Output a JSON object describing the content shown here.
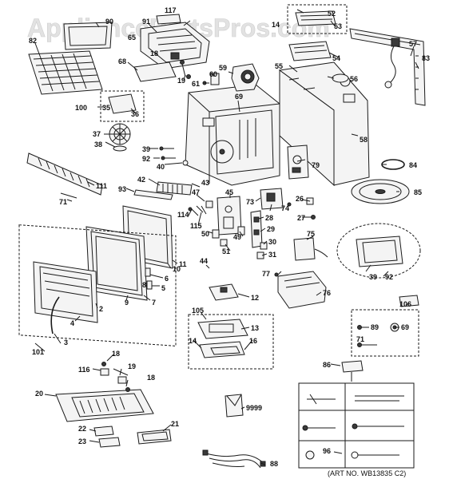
{
  "watermark": "AppliancePartsPros.com",
  "art_number": "(ART NO. WB13835 C2)",
  "callouts": [
    {
      "id": "117",
      "text": "117"
    },
    {
      "id": "90",
      "text": "90"
    },
    {
      "id": "82",
      "text": "82"
    },
    {
      "id": "91",
      "text": "91"
    },
    {
      "id": "65",
      "text": "65"
    },
    {
      "id": "18a",
      "text": "18"
    },
    {
      "id": "14a",
      "text": "14"
    },
    {
      "id": "52",
      "text": "52"
    },
    {
      "id": "53",
      "text": "53"
    },
    {
      "id": "54",
      "text": "54"
    },
    {
      "id": "57",
      "text": "57"
    },
    {
      "id": "83",
      "text": "83"
    },
    {
      "id": "68",
      "text": "68"
    },
    {
      "id": "19a",
      "text": "19"
    },
    {
      "id": "59",
      "text": "59"
    },
    {
      "id": "60",
      "text": "60"
    },
    {
      "id": "61",
      "text": "61"
    },
    {
      "id": "55",
      "text": "55"
    },
    {
      "id": "56",
      "text": "56"
    },
    {
      "id": "100",
      "text": "100"
    },
    {
      "id": "35",
      "text": "35"
    },
    {
      "id": "36",
      "text": "36"
    },
    {
      "id": "69a",
      "text": "69"
    },
    {
      "id": "37",
      "text": "37"
    },
    {
      "id": "38",
      "text": "38"
    },
    {
      "id": "58",
      "text": "58"
    },
    {
      "id": "39a",
      "text": "39"
    },
    {
      "id": "92a",
      "text": "92"
    },
    {
      "id": "40",
      "text": "40"
    },
    {
      "id": "79",
      "text": "79"
    },
    {
      "id": "84",
      "text": "84"
    },
    {
      "id": "111",
      "text": "111"
    },
    {
      "id": "71a",
      "text": "71"
    },
    {
      "id": "42",
      "text": "42"
    },
    {
      "id": "43",
      "text": "43"
    },
    {
      "id": "93",
      "text": "93"
    },
    {
      "id": "47",
      "text": "47"
    },
    {
      "id": "45",
      "text": "45"
    },
    {
      "id": "73",
      "text": "73"
    },
    {
      "id": "74",
      "text": "74"
    },
    {
      "id": "85",
      "text": "85"
    },
    {
      "id": "26",
      "text": "26"
    },
    {
      "id": "114",
      "text": "114"
    },
    {
      "id": "115",
      "text": "115"
    },
    {
      "id": "27",
      "text": "27"
    },
    {
      "id": "28",
      "text": "28"
    },
    {
      "id": "29",
      "text": "29"
    },
    {
      "id": "49",
      "text": "49"
    },
    {
      "id": "75",
      "text": "75"
    },
    {
      "id": "50",
      "text": "50"
    },
    {
      "id": "51",
      "text": "51"
    },
    {
      "id": "30",
      "text": "30"
    },
    {
      "id": "31",
      "text": "31"
    },
    {
      "id": "10",
      "text": "10"
    },
    {
      "id": "11",
      "text": "11"
    },
    {
      "id": "44",
      "text": "44"
    },
    {
      "id": "77",
      "text": "77"
    },
    {
      "id": "39b",
      "text": "39"
    },
    {
      "id": "92b",
      "text": "92"
    },
    {
      "id": "6",
      "text": "6"
    },
    {
      "id": "5",
      "text": "5"
    },
    {
      "id": "7",
      "text": "7"
    },
    {
      "id": "8",
      "text": "8"
    },
    {
      "id": "9",
      "text": "9"
    },
    {
      "id": "12",
      "text": "12"
    },
    {
      "id": "76",
      "text": "76"
    },
    {
      "id": "2",
      "text": "2"
    },
    {
      "id": "106",
      "text": "106"
    },
    {
      "id": "105",
      "text": "105"
    },
    {
      "id": "4",
      "text": "4"
    },
    {
      "id": "13",
      "text": "13"
    },
    {
      "id": "89",
      "text": "89"
    },
    {
      "id": "69b",
      "text": "69"
    },
    {
      "id": "3",
      "text": "3"
    },
    {
      "id": "14b",
      "text": "14"
    },
    {
      "id": "16",
      "text": "16"
    },
    {
      "id": "71b",
      "text": "71"
    },
    {
      "id": "101",
      "text": "101"
    },
    {
      "id": "18b",
      "text": "18"
    },
    {
      "id": "86",
      "text": "86"
    },
    {
      "id": "116",
      "text": "116"
    },
    {
      "id": "19b",
      "text": "19"
    },
    {
      "id": "18c",
      "text": "18"
    },
    {
      "id": "20",
      "text": "20"
    },
    {
      "id": "9999",
      "text": "9999"
    },
    {
      "id": "21",
      "text": "21"
    },
    {
      "id": "22",
      "text": "22"
    },
    {
      "id": "23",
      "text": "23"
    },
    {
      "id": "96",
      "text": "96"
    },
    {
      "id": "88",
      "text": "88"
    }
  ]
}
